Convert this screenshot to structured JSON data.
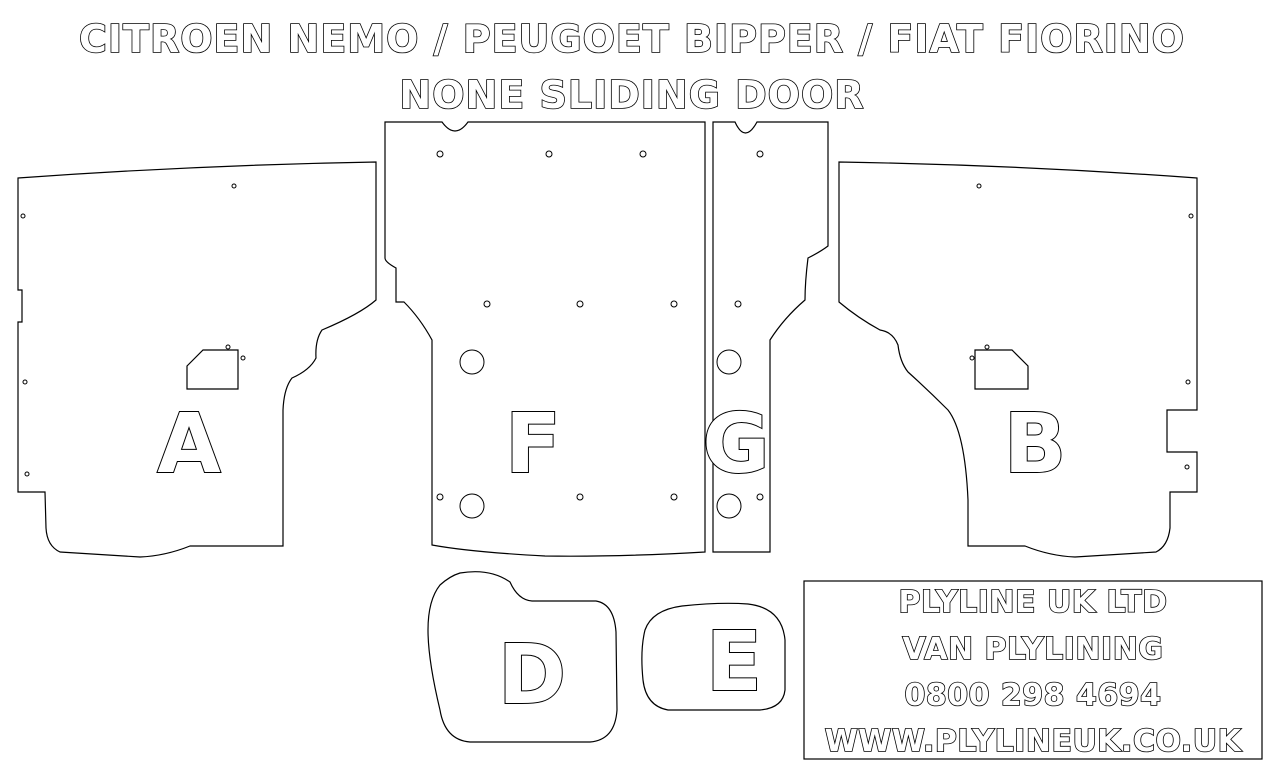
{
  "title": {
    "line1": "CITROEN NEMO / PEUGOET BIPPER / FIAT FIORINO",
    "line2": "NONE SLIDING DOOR"
  },
  "panels": {
    "a": "A",
    "b": "B",
    "d": "D",
    "e": "E",
    "f": "F",
    "g": "G"
  },
  "company": {
    "name": "PLYLINE UK LTD",
    "service": "VAN PLYLINING",
    "phone": "0800 298 4694",
    "website": "WWW.PLYLINEUK.CO.UK"
  },
  "colors": {
    "line": "#000000",
    "background": "#ffffff"
  }
}
